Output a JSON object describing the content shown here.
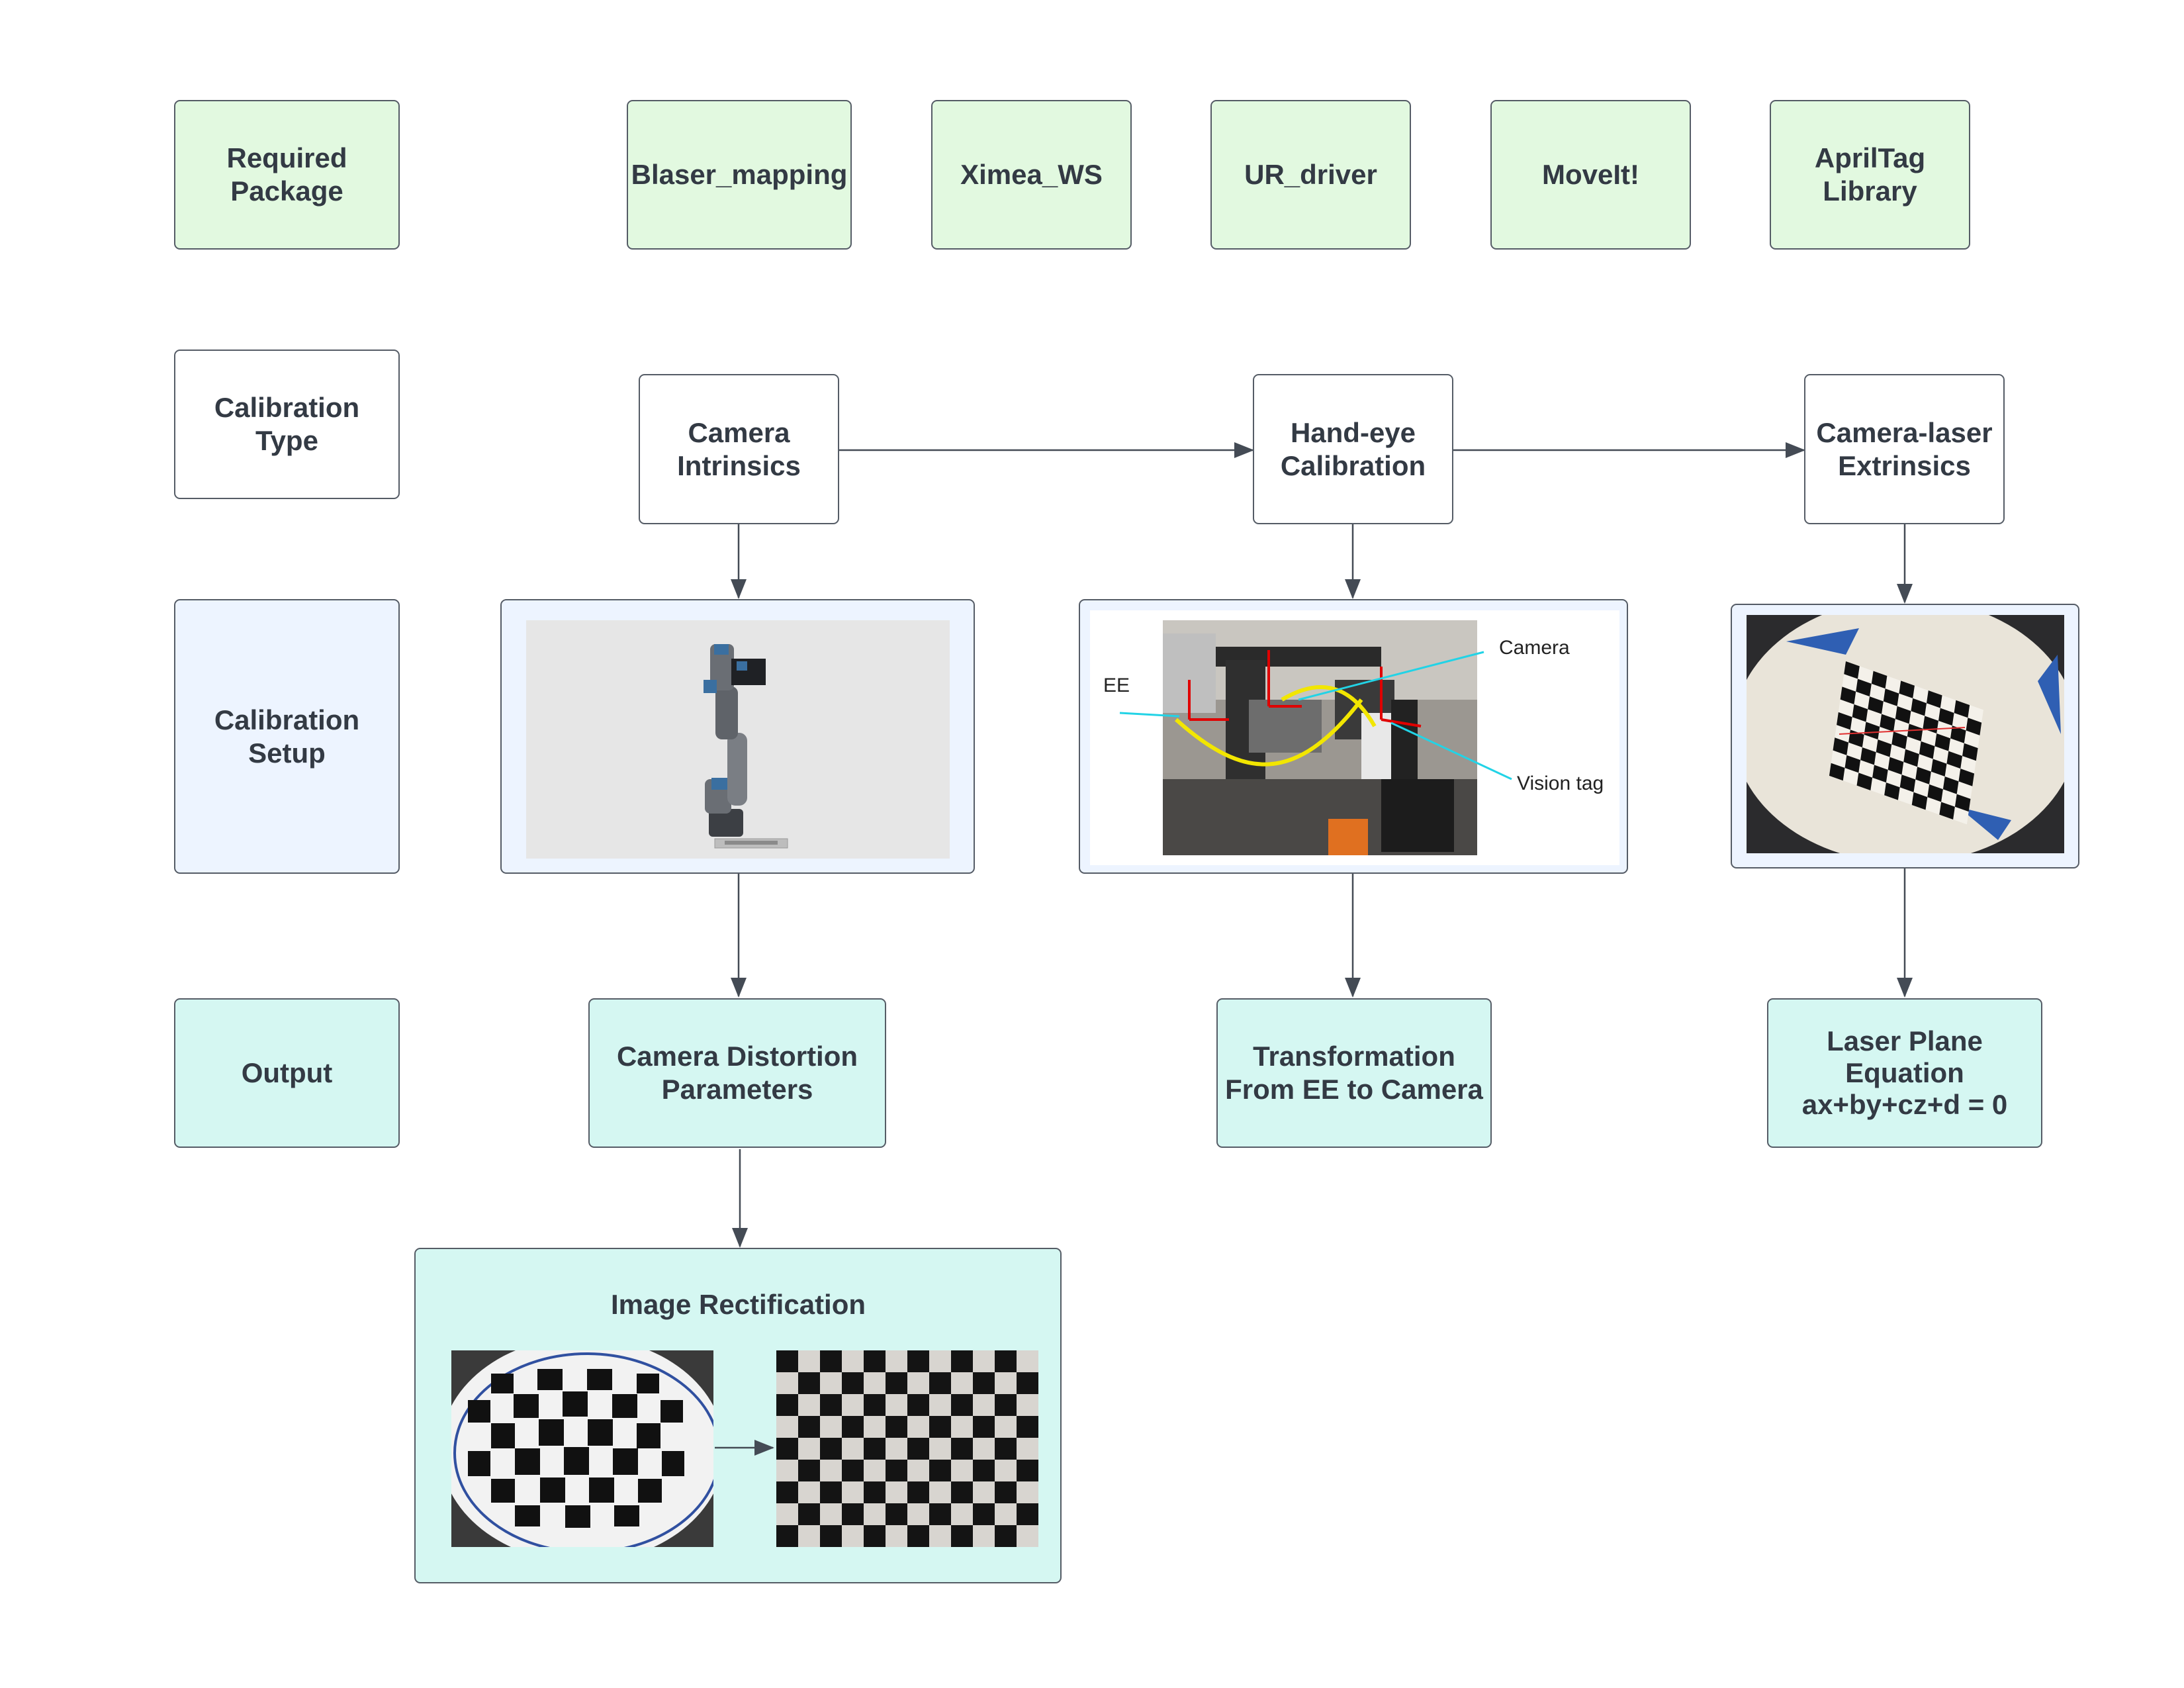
{
  "rows": {
    "required_package": "Required\nPackage",
    "calibration_type": "Calibration\nType",
    "calibration_setup": "Calibration\nSetup",
    "output": "Output"
  },
  "packages": [
    "Blaser_mapping",
    "Ximea_WS",
    "UR_driver",
    "MoveIt!",
    "AprilTag\nLibrary"
  ],
  "calibration_types": {
    "camera_intrinsics": "Camera\nIntrinsics",
    "hand_eye": "Hand-eye\nCalibration",
    "camera_laser": "Camera-laser\nExtrinsics"
  },
  "handeye_annotations": {
    "camera": "Camera",
    "ee": "EE",
    "vision_tag": "Vision tag"
  },
  "outputs": {
    "distortion": "Camera Distortion\nParameters",
    "transformation": "Transformation\nFrom EE to Camera",
    "laser_plane": "Laser Plane\nEquation\nax+by+cz+d = 0"
  },
  "rectification": {
    "title": "Image Rectification"
  },
  "colors": {
    "package_fill": "#e2f9e0",
    "type_fill": "#ffffff",
    "setup_fill": "#edf4ff",
    "output_fill": "#d5f7f2",
    "stroke": "#555c66"
  }
}
